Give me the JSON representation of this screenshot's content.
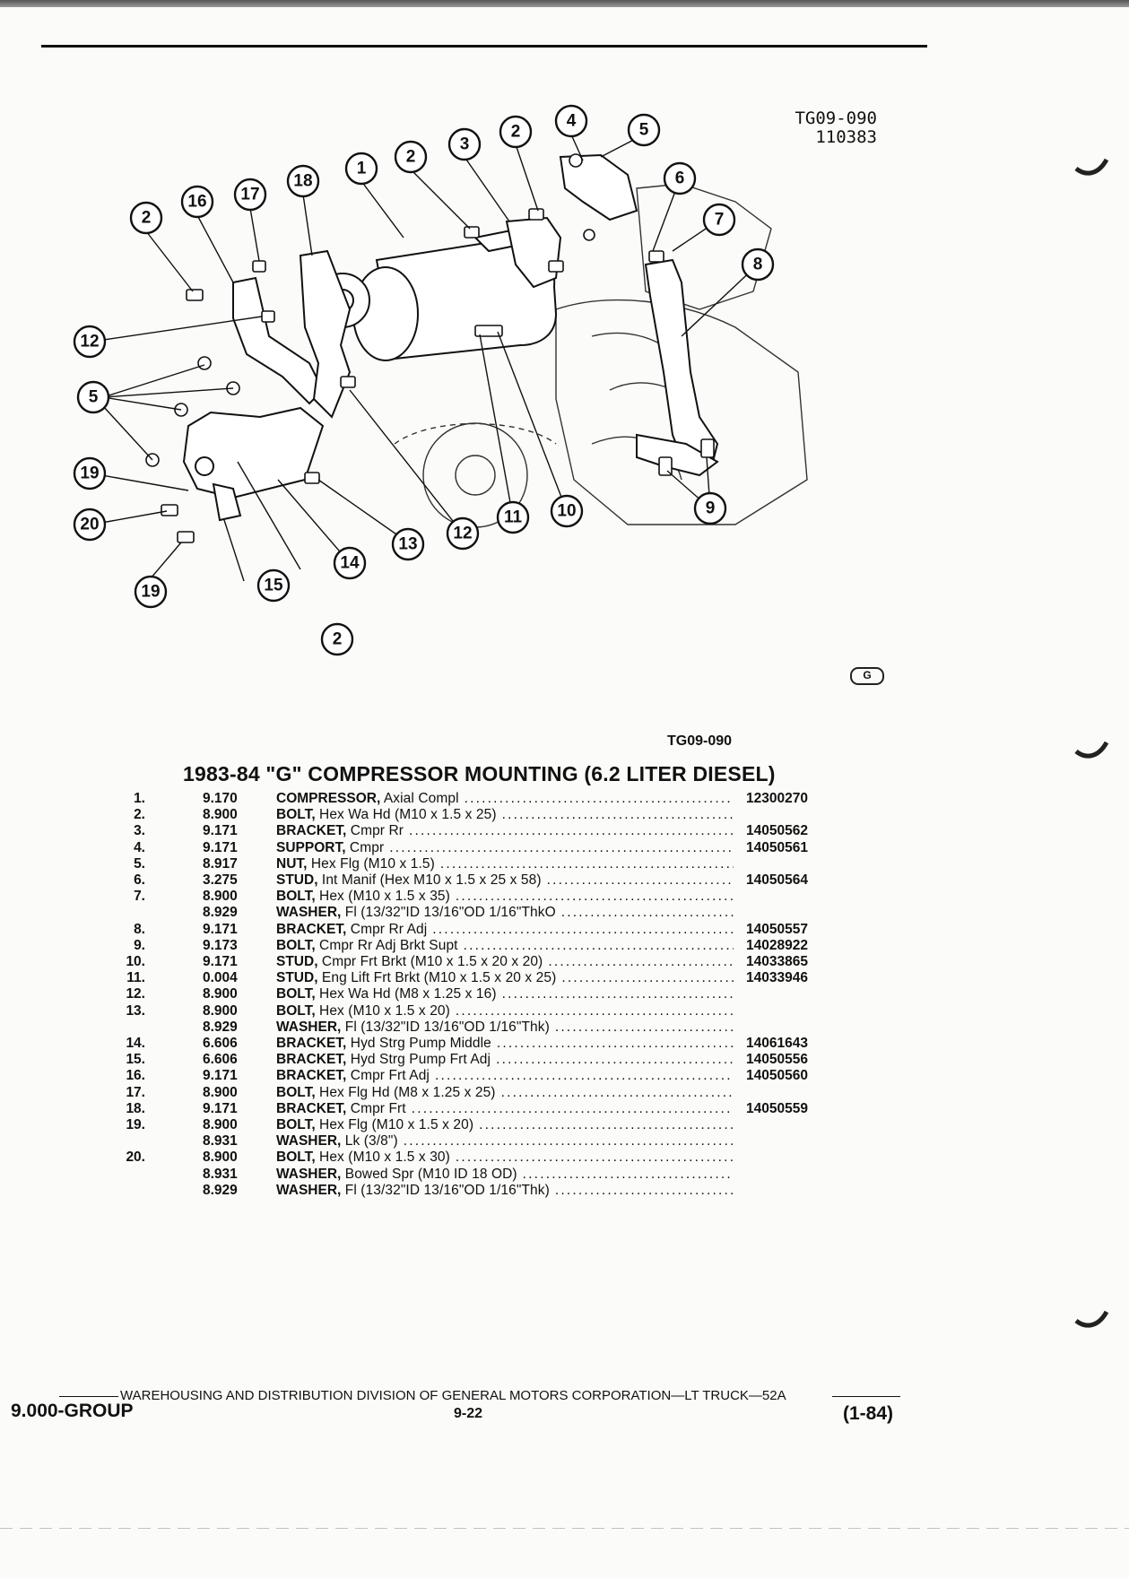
{
  "illustration": {
    "id_line1": "TG09-090",
    "id_line2": "110383",
    "caption": "TG09-090",
    "logo": "G"
  },
  "callouts": [
    "1",
    "2",
    "2",
    "2",
    "2",
    "2",
    "3",
    "4",
    "5",
    "5",
    "6",
    "7",
    "8",
    "9",
    "10",
    "11",
    "12",
    "12",
    "13",
    "14",
    "15",
    "15",
    "16",
    "17",
    "18",
    "19",
    "19",
    "20"
  ],
  "title": "1983-84 \"G\" COMPRESSOR MOUNTING (6.2 LITER DIESEL)",
  "parts": [
    {
      "no": "1.",
      "group": "9.170",
      "name": "COMPRESSOR,",
      "spec": " Axial Compl",
      "pn": "12300270"
    },
    {
      "no": "2.",
      "group": "8.900",
      "name": "BOLT,",
      "spec": " Hex Wa Hd (M10 x 1.5 x 25)",
      "pn": ""
    },
    {
      "no": "3.",
      "group": "9.171",
      "name": "BRACKET,",
      "spec": " Cmpr Rr",
      "pn": "14050562"
    },
    {
      "no": "4.",
      "group": "9.171",
      "name": "SUPPORT,",
      "spec": " Cmpr",
      "pn": "14050561"
    },
    {
      "no": "5.",
      "group": "8.917",
      "name": "NUT,",
      "spec": " Hex Flg (M10 x 1.5)",
      "pn": ""
    },
    {
      "no": "6.",
      "group": "3.275",
      "name": "STUD,",
      "spec": " Int Manif (Hex M10 x 1.5 x 25 x 58)",
      "pn": "14050564"
    },
    {
      "no": "7.",
      "group": "8.900",
      "name": "BOLT,",
      "spec": " Hex (M10 x 1.5 x 35)",
      "pn": ""
    },
    {
      "no": "",
      "group": "8.929",
      "name": "WASHER,",
      "spec": " Fl (13/32\"ID 13/16\"OD 1/16\"ThkO",
      "pn": ""
    },
    {
      "no": "8.",
      "group": "9.171",
      "name": "BRACKET,",
      "spec": " Cmpr Rr Adj",
      "pn": "14050557"
    },
    {
      "no": "9.",
      "group": "9.173",
      "name": "BOLT,",
      "spec": " Cmpr Rr Adj Brkt Supt",
      "pn": "14028922"
    },
    {
      "no": "10.",
      "group": "9.171",
      "name": "STUD,",
      "spec": " Cmpr Frt Brkt (M10 x 1.5 x 20 x 20)",
      "pn": "14033865"
    },
    {
      "no": "11.",
      "group": "0.004",
      "name": "STUD,",
      "spec": " Eng Lift Frt Brkt (M10 x 1.5 x 20 x 25)",
      "pn": "14033946"
    },
    {
      "no": "12.",
      "group": "8.900",
      "name": "BOLT,",
      "spec": " Hex Wa Hd (M8 x 1.25 x 16)",
      "pn": ""
    },
    {
      "no": "13.",
      "group": "8.900",
      "name": "BOLT,",
      "spec": " Hex (M10 x 1.5 x 20)",
      "pn": ""
    },
    {
      "no": "",
      "group": "8.929",
      "name": "WASHER,",
      "spec": " Fl (13/32\"ID 13/16\"OD 1/16\"Thk)",
      "pn": ""
    },
    {
      "no": "14.",
      "group": "6.606",
      "name": "BRACKET,",
      "spec": " Hyd Strg Pump Middle",
      "pn": "14061643"
    },
    {
      "no": "15.",
      "group": "6.606",
      "name": "BRACKET,",
      "spec": " Hyd Strg Pump Frt Adj",
      "pn": "14050556"
    },
    {
      "no": "16.",
      "group": "9.171",
      "name": "BRACKET,",
      "spec": " Cmpr Frt Adj",
      "pn": "14050560"
    },
    {
      "no": "17.",
      "group": "8.900",
      "name": "BOLT,",
      "spec": " Hex Flg Hd (M8 x 1.25 x 25)",
      "pn": ""
    },
    {
      "no": "18.",
      "group": "9.171",
      "name": "BRACKET,",
      "spec": " Cmpr Frt",
      "pn": "14050559"
    },
    {
      "no": "19.",
      "group": "8.900",
      "name": "BOLT,",
      "spec": " Hex Flg (M10 x 1.5 x 20)",
      "pn": ""
    },
    {
      "no": "",
      "group": "8.931",
      "name": "WASHER,",
      "spec": " Lk (3/8\")",
      "pn": ""
    },
    {
      "no": "20.",
      "group": "8.900",
      "name": "BOLT,",
      "spec": " Hex (M10 x 1.5 x 30)",
      "pn": ""
    },
    {
      "no": "",
      "group": "8.931",
      "name": "WASHER,",
      "spec": " Bowed Spr (M10 ID 18 OD)",
      "pn": ""
    },
    {
      "no": "",
      "group": "8.929",
      "name": "WASHER,",
      "spec": " Fl (13/32\"ID 13/16\"OD 1/16\"Thk)",
      "pn": ""
    }
  ],
  "footer": {
    "line": "WAREHOUSING AND DISTRIBUTION  DIVISION OF GENERAL MOTORS CORPORATION—LT TRUCK—52A",
    "group": "9.000-GROUP",
    "page": "9-22",
    "date": "(1-84)"
  }
}
